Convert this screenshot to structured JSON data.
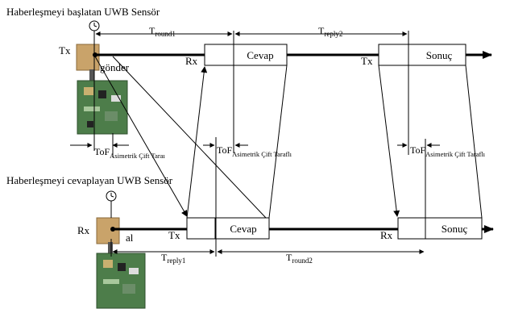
{
  "top_sensor": {
    "title": "Haberleşmeyi başlatan UWB Sensör",
    "left_label": "Tx",
    "action": "gönder"
  },
  "bottom_sensor": {
    "title": "Haberleşmeyi cevaplayan UWB Sensör",
    "left_label": "Rx",
    "action": "al"
  },
  "top_line": {
    "rx_label": "Rx",
    "tx_label": "Tx",
    "box1_text": "Cevap",
    "box2_text": "Sonuç"
  },
  "bottom_line": {
    "tx_label": "Tx",
    "rx_label": "Rx",
    "box1_text": "Cevap",
    "box2_text": "Sonuç"
  },
  "timings": {
    "t_round1_main": "T",
    "t_round1_sub": "round1",
    "t_reply2_main": "T",
    "t_reply2_sub": "reply2",
    "t_reply1_main": "T",
    "t_reply1_sub": "reply1",
    "t_round2_main": "T",
    "t_round2_sub": "round2"
  },
  "tof": {
    "left_main": "ToF",
    "left_sub": "Asimetrik Çift Taraı",
    "mid_main": "ToF",
    "mid_sub": "Asimetrik Çift Taraflı",
    "right_main": "ToF",
    "right_sub": "Asimetrik Çift Taraflı"
  },
  "icons": [
    "clock-icon",
    "uwb-sensor-board-image"
  ]
}
